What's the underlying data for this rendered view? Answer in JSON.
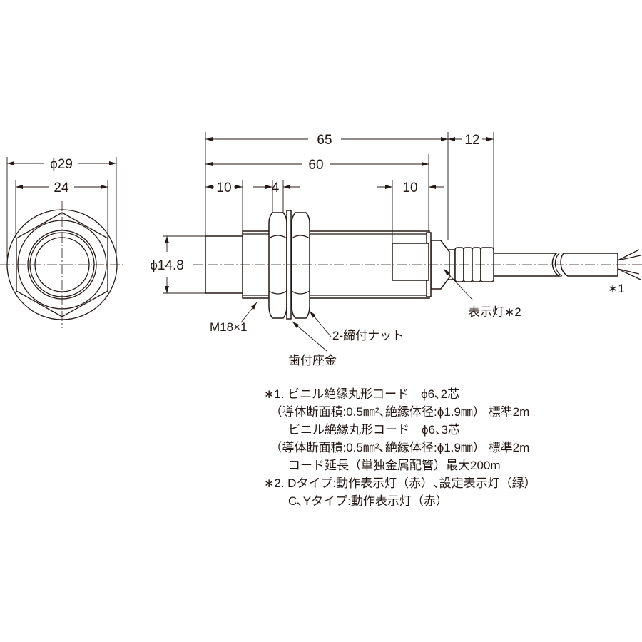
{
  "front_view": {
    "outer_dia": "ϕ29",
    "across_flats": "24"
  },
  "side_view": {
    "total_length": "65",
    "body_length": "60",
    "cap_length": "10",
    "nut_width": "4",
    "indicator_length": "10",
    "boot_length": "12",
    "cap_dia": "ϕ14.8",
    "thread": "M18×1",
    "nut_label": "2-締付ナット",
    "washer_label": "歯付座金",
    "indicator_label": "表示灯∗2",
    "cable_label": "∗1"
  },
  "notes": [
    "∗1. ビニル絶縁丸形コード　ϕ6､2芯",
    "　（導体断面積:0.5㎜²､絶縁体径:ϕ1.9㎜） 標準2m",
    "　　ビニル絶縁丸形コード　ϕ6､3芯",
    "　（導体断面積:0.5㎜²､絶縁体径:ϕ1.9㎜） 標準2m",
    "　　コード延長（単独金属配管）最大200m",
    "∗2. Dタイプ:動作表示灯（赤）､設定表示灯（緑）",
    "　　C､Yタイプ:動作表示灯（赤）"
  ]
}
